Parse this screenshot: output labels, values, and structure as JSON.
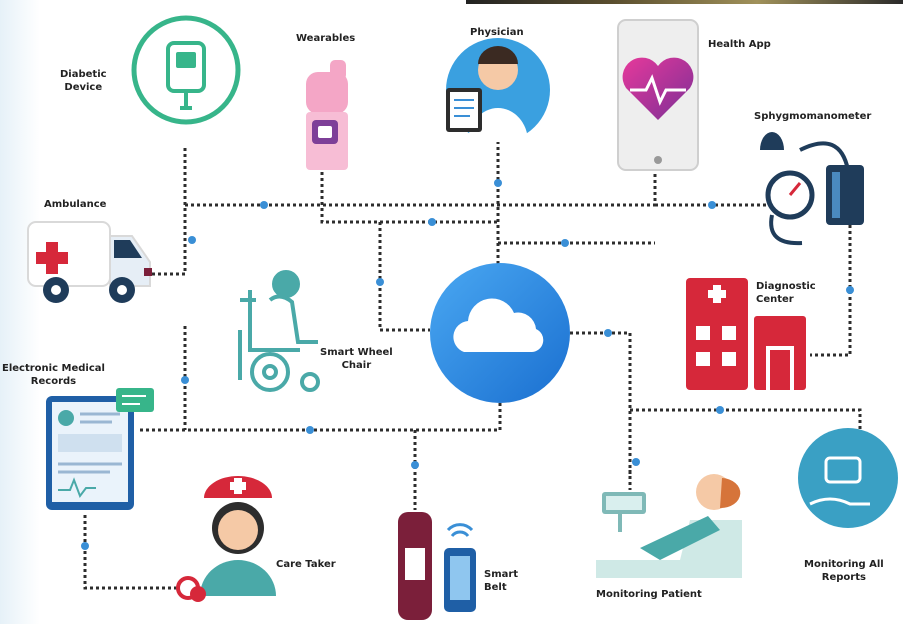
{
  "labels": {
    "diabetic_device": "Diabetic\nDevice",
    "wearables": "Wearables",
    "physician": "Physician",
    "health_app": "Health App",
    "sphygmomanometer": "Sphygmomanometer",
    "ambulance": "Ambulance",
    "smart_wheel_chair": "Smart Wheel\nChair",
    "diagnostic_center": "Diagnostic\nCenter",
    "electronic_medical_records": "Electronic Medical\nRecords",
    "care_taker": "Care Taker",
    "smart_belt": "Smart\nBelt",
    "monitoring_patient": "Monitoring Patient",
    "monitoring_all_reports": "Monitoring All\nReports"
  },
  "colors": {
    "connector": "#2d2d2d",
    "connector_dot": "#3a8fd6",
    "cloud": "#2f8fe6",
    "green": "#37b58a",
    "hospital_red": "#d6283a",
    "teal": "#4aa9a8",
    "pink": "#f4a6c6",
    "purple": "#7e3f98"
  },
  "icons": {
    "center": "cloud-icon",
    "diabetic_device": "insulin-pump-icon",
    "wearables": "wrist-band-icon",
    "physician": "doctor-icon",
    "health_app": "heart-rate-app-icon",
    "sphygmomanometer": "blood-pressure-monitor-icon",
    "ambulance": "ambulance-icon",
    "smart_wheel_chair": "wheelchair-icon",
    "diagnostic_center": "hospital-icon",
    "electronic_medical_records": "tablet-records-icon",
    "care_taker": "nurse-icon",
    "smart_belt": "smart-belt-icon",
    "monitoring_patient": "patient-bed-icon",
    "monitoring_all_reports": "reports-icon"
  }
}
